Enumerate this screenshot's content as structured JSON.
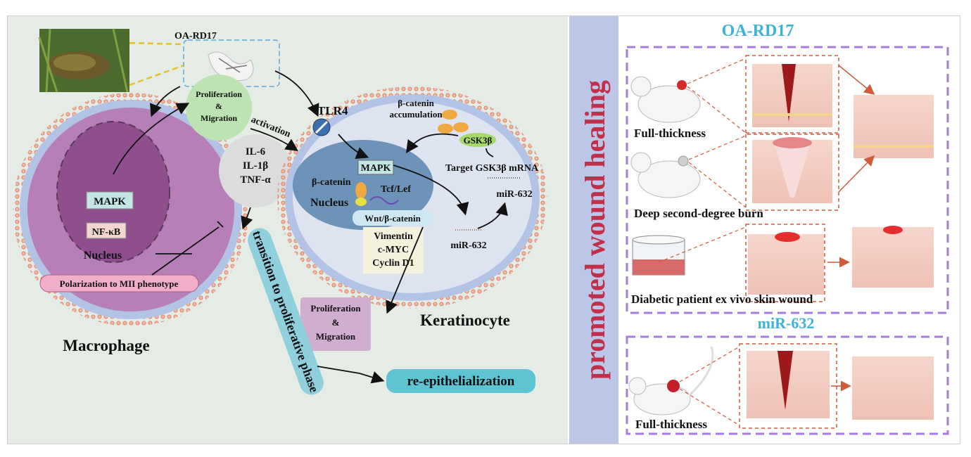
{
  "left_panel": {
    "peptide_label": "OA-RD17",
    "receptor_label": "TLR4",
    "activation_label": "activation",
    "proliferation_top": [
      "Proliferation",
      "&",
      "Migration"
    ],
    "cytokines": [
      "IL-6",
      "IL-1β",
      "TNF-α"
    ],
    "macrophage": {
      "mapk": "MAPK",
      "nfkb": "NF-κB",
      "nucleus": "Nucleus",
      "polarization": "Polarization to MII phenotype",
      "cell_label": "Macrophage"
    },
    "keratinocyte": {
      "bcat_accum": [
        "β-catenin",
        "accumulation"
      ],
      "gsk3b": "GSK3β",
      "target_mrna": "Target GSK3β mRNA",
      "mir_top": "miR-632",
      "mapk": "MAPK",
      "bcatenin": "β-catenin",
      "tcflef": "Tcf/Lef",
      "nucleus": "Nucleus",
      "wnt": "Wnt/β-catenin",
      "targets": [
        "Vimentin",
        "c-MYC",
        "Cyclin D1"
      ],
      "mir_bottom": "miR-632",
      "cell_label": "Keratinocyte"
    },
    "proliferation_bottom": [
      "Proliferation",
      "&",
      "Migration"
    ],
    "transition": "transition to proliferative phase",
    "reepi": "re-epithelialization"
  },
  "center_label": "promoted wound healing",
  "right_panel": {
    "oa_title": "OA-RD17",
    "rows": [
      "Full-thickness",
      "Deep second-degree burn",
      "Diabetic patient ex vivo skin wound"
    ],
    "mir_title": "miR-632",
    "mir_row": "Full-thickness"
  },
  "colors": {
    "left_bg": "#e5ece5",
    "center_bar": "#bcc7e8",
    "center_text": "#c0304a",
    "title_blue": "#3bb3d9",
    "dashed_purple": "#a77be0",
    "macrophage_fill": "#b77fb8",
    "nucleus_fill": "#8f4f8f",
    "keratinocyte_fill": "#dde3ef",
    "keratinocyte_nucleus": "#6d93b8",
    "reepi_fill": "#5fc4d2",
    "skin": "#f2c9c0"
  }
}
